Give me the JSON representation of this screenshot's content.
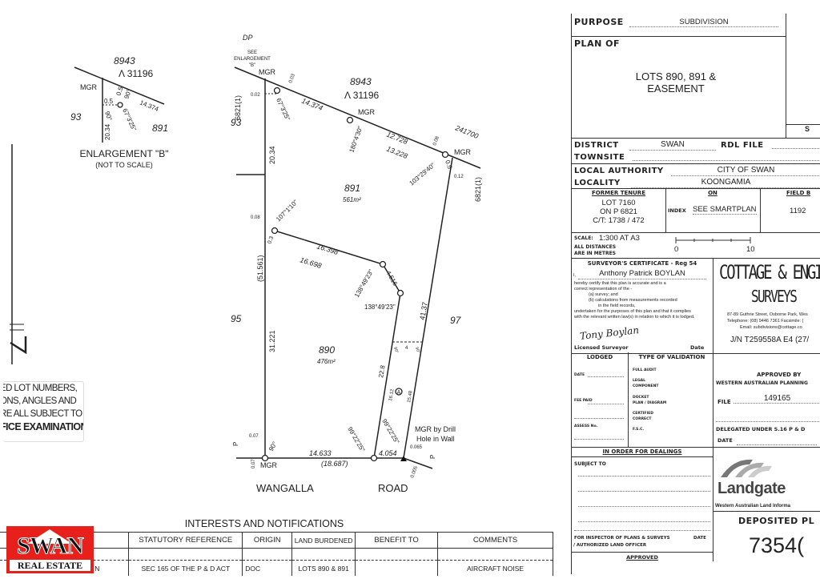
{
  "enlargement": {
    "title": "ENLARGEMENT \"B\"",
    "subtitle": "(NOT TO SCALE)",
    "lot_above": "8943",
    "lot_above_ref": "Λ 31196",
    "mgr": "MGR",
    "lot_left": "93",
    "lot_right": "891",
    "dims": [
      "0.5",
      "0.5",
      "90°",
      "14.374",
      "90°",
      "67°3'25\"",
      "20.34"
    ]
  },
  "plan": {
    "labels": [
      "DP",
      "SEE",
      "ENLARGEMENT",
      "\"B\"",
      "MGR",
      "0.03",
      "0.02",
      "67°3'25\"",
      "14.374",
      "8943",
      "Λ 31196",
      "MGR",
      "180°4'30\"",
      "12.728",
      "13.228",
      "0.08",
      "MGR",
      "241700",
      "0.5",
      "103°29'40\"",
      "0.12",
      "6821(1)",
      "6821(1)",
      "93",
      "20.34",
      "891",
      "561m²",
      "0.08",
      "107°1'10\"",
      "0.3",
      "16.398",
      "16.698",
      "(51.561)",
      "138°49'23\"",
      "4.516",
      "138°49'23\"",
      "41.37",
      "95",
      "97",
      "31.221",
      "890",
      "476m²",
      "4",
      "90°",
      "90°",
      "22.8",
      "16.12",
      "A",
      "15.48",
      "99°22'25\"",
      "99°22'25\"",
      "MGR by Drill",
      "Hole in Wall",
      "0.065",
      "0.07",
      "P",
      "90°",
      "14.633",
      "(18.687)",
      "4.054",
      "0.07",
      "MGR",
      "P",
      "0.005",
      "WANGALLA",
      "ROAD"
    ]
  },
  "notice": [
    "ED LOT NUMBERS,",
    "ONS, ANGLES AND",
    "RE ALL SUBJECT TO",
    "FICE EXAMINATION"
  ],
  "north": "N",
  "interests": {
    "title": "INTERESTS AND NOTIFICATIONS",
    "headers": [
      "",
      "STATUTORY REFERENCE",
      "ORIGIN",
      "LAND BURDENED",
      "BENEFIT TO",
      "COMMENTS"
    ],
    "rows": [
      [
        "N",
        "SEC 165 OF THE P & D ACT",
        "DOC",
        "LOTS 890 & 891",
        "",
        "AIRCRAFT NOISE"
      ]
    ]
  },
  "logo": {
    "name": "SWAN",
    "sub": "REAL ESTATE",
    "color": "#e8201c"
  },
  "titleblock": {
    "purpose_label": "PURPOSE",
    "purpose": "SUBDIVISION",
    "plan_of_label": "PLAN OF",
    "plan_of_1": "LOTS 890, 891 &",
    "plan_of_2": "EASEMENT",
    "s_cut": "S",
    "district_label": "DISTRICT",
    "district": "SWAN",
    "rdl_label": "RDL FILE",
    "townsite_label": "TOWNSITE",
    "la_label": "LOCAL AUTHORITY",
    "la": "CITY OF SWAN",
    "locality_label": "LOCALITY",
    "locality": "KOONGAMIA",
    "former_tenure_label": "FORMER TENURE",
    "former_tenure": [
      "LOT 7160",
      "ON P 6821",
      "C/T: 1738 / 472"
    ],
    "on_label": "ON",
    "index_label": "INDEX",
    "index": "SEE SMARTPLAN",
    "field_label": "FIELD B",
    "field": "1192",
    "scale_label": "SCALE:",
    "scale": "1:300  AT  A3",
    "distances_1": "ALL DISTANCES",
    "distances_2": "ARE IN METRES",
    "scale_0": "0",
    "scale_10": "10",
    "cert_title": "SURVEYOR'S CERTIFICATE  -  Reg 54",
    "cert_i": "I,",
    "surveyor": "Anthony Patrick BOYLAN",
    "cert_text": [
      "hereby certify that this plan is accurate and is a",
      "correct representation of the -",
      "(a)  survey; and",
      "(b)  calculations from measurements recorded",
      "in the field records,",
      "undertaken for the purposes of this plan and that it complies",
      "with the relevant written law(s) in relation to which it is lodged."
    ],
    "signature": "Tony Boylan",
    "licensed": "Licensed Surveyor",
    "date_label": "Date",
    "firm_1": "COTTAGE & ENGI",
    "firm_2": "SURVEYS",
    "firm_addr": [
      "87-89 Guthrie Street, Osborne Park, Wes",
      "Telephone: (08) 9446 7361   Facsimile: (",
      "Email: subdivisions@cottage.co"
    ],
    "jn": "J/N T259558A E4  (27/",
    "lodged": "LODGED",
    "type_val": "TYPE OF VALIDATION",
    "lodged_items": [
      "DATE",
      "FEE PAID",
      "ASSESS No."
    ],
    "val_items": [
      "FULL AUDIT",
      "LEGAL",
      "COMPONENT",
      "DOCKET",
      "PLAN / DIAGRAM",
      "CERTIFIED",
      "CORRECT",
      "F.S.C."
    ],
    "approved_by": "APPROVED BY",
    "wapc": "WESTERN AUSTRALIAN PLANNING",
    "file_label": "FILE",
    "file": "149165",
    "delegated": "DELEGATED UNDER S.16 P & D",
    "date2": "DATE",
    "dealings": "IN ORDER FOR DEALINGS",
    "subject_to": "SUBJECT TO",
    "inspector": "FOR INSPECTOR OF PLANS & SURVEYS",
    "inspector_date": "DATE",
    "authorized": "/ AUTHORIZED LAND OFFICER",
    "approved": "APPROVED",
    "landgate": "Landgate",
    "landgate_sub": "Western Australian Land Informa",
    "deposited": "DEPOSITED PL",
    "plan_no": "7354("
  }
}
